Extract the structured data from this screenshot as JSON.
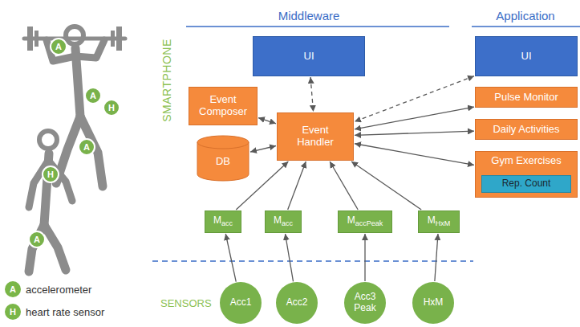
{
  "diagram": {
    "nodes": [
      {
        "text": [
          "UI"
        ]
      },
      {
        "text": [
          "UI"
        ]
      },
      {
        "text": [
          "Event Composer"
        ]
      },
      {
        "text": [
          "Event Handler"
        ]
      },
      {
        "text": [
          "Pulse Monitor"
        ]
      },
      {
        "text": [
          "DB"
        ]
      },
      {
        "text": [
          "Daily Activities"
        ]
      },
      {
        "text": [
          "Gym Exercises"
        ]
      },
      {
        "text": [
          "Rep. Count"
        ],
        "in": 7
      },
      {
        "text": [
          "M",
          "acc"
        ]
      },
      {
        "text": [
          "M",
          "acc"
        ]
      },
      {
        "text": [
          "M",
          "accPeak"
        ]
      },
      {
        "text": [
          "M",
          "HxM"
        ]
      },
      {
        "text": [
          "Acc1"
        ]
      },
      {
        "text": [
          "Acc2"
        ]
      },
      {
        "text": [
          "Acc3 Peak"
        ]
      },
      {
        "text": [
          "HxM"
        ]
      },
      {
        "text": [
          "A"
        ]
      },
      {
        "text": [
          "A"
        ]
      },
      {
        "text": [
          "H"
        ]
      },
      {
        "text": [
          "A"
        ]
      },
      {
        "text": [
          "H"
        ]
      },
      {
        "text": [
          "A"
        ]
      }
    ],
    "edges": [
      {
        "from": 0,
        "to": 3,
        "arrow": "both"
      },
      {
        "from": 1,
        "to": 3,
        "arrow": "both"
      },
      {
        "from": 2,
        "to": 3,
        "arrow": "both"
      },
      {
        "from": 5,
        "to": 3,
        "arrow": "both"
      },
      {
        "from": 3,
        "to": 4,
        "arrow": "both"
      },
      {
        "from": 3,
        "to": 6,
        "arrow": "both"
      },
      {
        "from": 3,
        "to": 7,
        "arrow": "both"
      },
      {
        "from": 9,
        "to": 3,
        "arrow": "to"
      },
      {
        "from": 10,
        "to": 3,
        "arrow": "to"
      },
      {
        "from": 11,
        "to": 3,
        "arrow": "to"
      },
      {
        "from": 12,
        "to": 3,
        "arrow": "to"
      },
      {
        "from": 13,
        "to": 9,
        "arrow": "to"
      },
      {
        "from": 14,
        "to": 10,
        "arrow": "to"
      },
      {
        "from": 15,
        "to": 11,
        "arrow": "to"
      },
      {
        "from": 16,
        "to": 12,
        "arrow": "to"
      }
    ],
    "labels": [
      "Middleware",
      "Application",
      "SMARTPHONE",
      "SENSORS",
      "A",
      "H"
    ],
    "legend": [
      {
        "text": "accelerometer",
        "color": "#7ab648"
      },
      {
        "text": "heart rate sensor",
        "color": "#7ab648"
      }
    ]
  }
}
